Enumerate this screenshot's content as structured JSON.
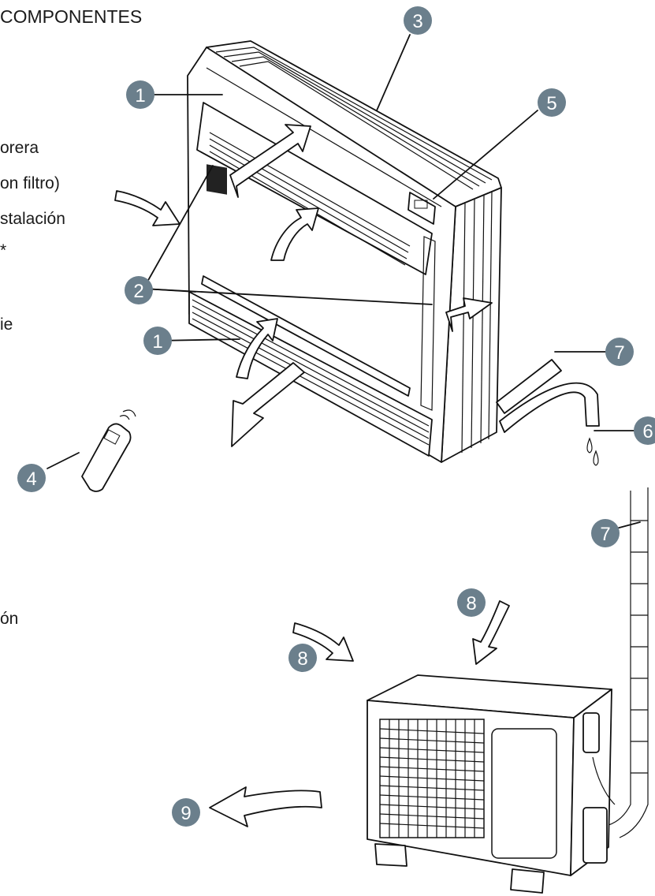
{
  "title": "COMPONENTES",
  "partial_labels": [
    "orera",
    "on filtro)",
    "stalación",
    "*",
    "ie",
    "ón"
  ],
  "callouts": [
    "1",
    "2",
    "3",
    "4",
    "5",
    "6",
    "7",
    "8",
    "9"
  ],
  "colors": {
    "callout_fill": "#6b7f8c",
    "line": "#111111"
  }
}
